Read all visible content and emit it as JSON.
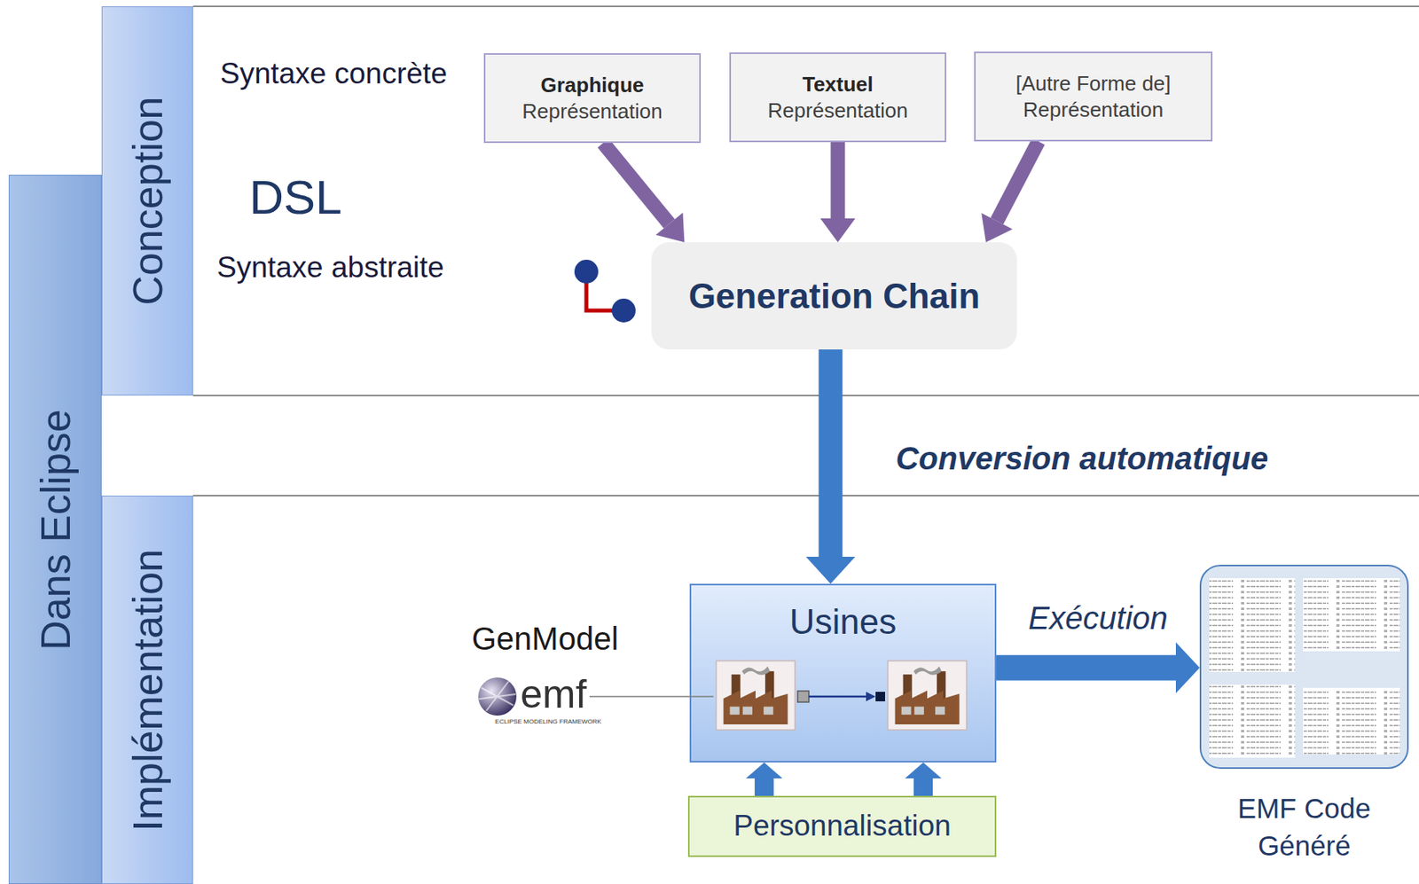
{
  "diagram": {
    "nodes": [
      {
        "text": [
          "Conception"
        ]
      },
      {
        "text": [
          "Graphique",
          "Représentation"
        ]
      },
      {
        "text": [
          "Textuel",
          "Représentation"
        ]
      },
      {
        "text": [
          "[Autre Forme de] Représentation"
        ]
      },
      {
        "text": [
          "Generation Chain"
        ]
      },
      {
        "text": [
          "Dans Eclipse"
        ]
      },
      {
        "text": [
          "Implémentation"
        ]
      },
      {
        "text": [
          "Usines"
        ]
      },
      {
        "text": [
          "EMF Code Généré"
        ]
      },
      {
        "text": [
          "Personnalisation"
        ]
      }
    ],
    "edges": [
      {
        "from": 1,
        "to": 4,
        "arrow": "to"
      },
      {
        "from": 2,
        "to": 4,
        "arrow": "to"
      },
      {
        "from": 3,
        "to": 4,
        "arrow": "to"
      },
      {
        "from": 4,
        "to": 7,
        "label": "Conversion automatique",
        "arrow": "to"
      },
      {
        "from": 7,
        "to": 8,
        "label": "Exécution",
        "arrow": "to"
      },
      {
        "from": 9,
        "to": 7,
        "arrow": "to"
      },
      {
        "from": 9,
        "to": 7,
        "arrow": "to"
      }
    ],
    "labels": [
      "Syntaxe concrète",
      "DSL",
      "Syntaxe abstraite",
      "GenModel",
      "emf",
      "ECLIPSE MODELING FRAMEWORK"
    ]
  }
}
